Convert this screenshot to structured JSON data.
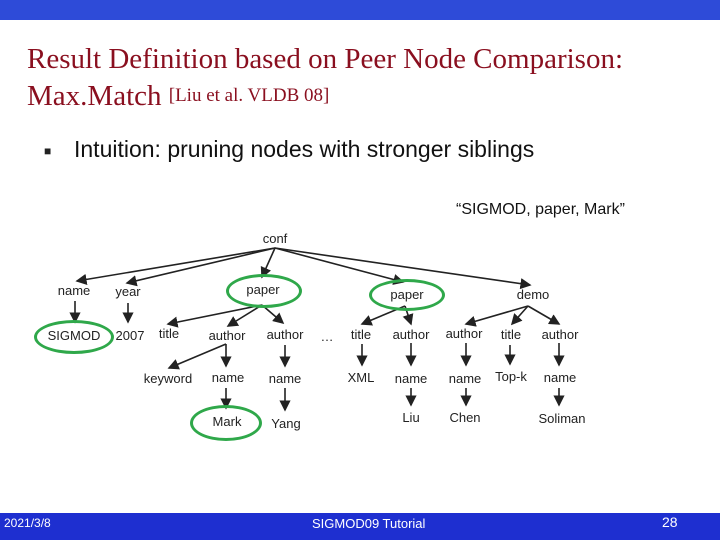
{
  "slide": {
    "title_line1": "Result Definition based on Peer Node Comparison:",
    "title_line2": "Max.Match",
    "title_ref": "[Liu et al. VLDB 08]",
    "bullet_text": "Intuition: pruning nodes with stronger siblings",
    "query": "“SIGMOD, paper, Mark”"
  },
  "tree": {
    "conf": "conf",
    "name1": "name",
    "year": "year",
    "paper1": "paper",
    "paper2": "paper",
    "demo": "demo",
    "sigmod": "SIGMOD",
    "y2007": "2007",
    "title1": "title",
    "author1": "author",
    "author2": "author",
    "ellipsis": "…",
    "title2": "title",
    "author3": "author",
    "author4": "author",
    "title3": "title",
    "author5": "author",
    "keyword": "keyword",
    "name2": "name",
    "name3": "name",
    "xml": "XML",
    "name4": "name",
    "name5": "name",
    "topk": "Top-k",
    "name6": "name",
    "mark": "Mark",
    "yang": "Yang",
    "liu": "Liu",
    "chen": "Chen",
    "soliman": "Soliman"
  },
  "footer": {
    "date": "2021/3/8",
    "center": "SIGMOD09 Tutorial",
    "page": "28"
  },
  "colors": {
    "title": "#8a0f1f",
    "bar": "#1e2fd0",
    "highlight": "#2fa84a"
  }
}
